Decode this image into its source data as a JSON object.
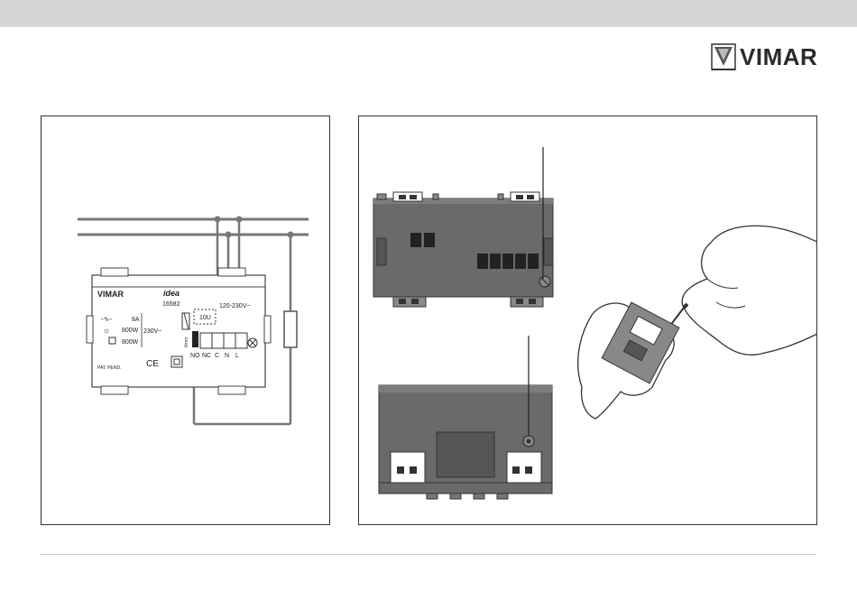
{
  "brand": {
    "name": "VIMAR",
    "logo_icon": "vimar-logo-icon"
  },
  "wiring_diagram": {
    "device": {
      "brand": "VIMAR",
      "series": "idea",
      "model": "16582",
      "rating_current": "8A",
      "rating_load_1": "800W",
      "rating_load_2": "800W",
      "rating_voltage_load": "230V~",
      "supply_voltage": "120-230V~",
      "timer_label": "10U",
      "strip_length": "6mm",
      "patent": "PAT. PEND.",
      "ce_mark": "CE"
    },
    "terminals": [
      "NO",
      "NC",
      "C",
      "N",
      "L"
    ]
  }
}
